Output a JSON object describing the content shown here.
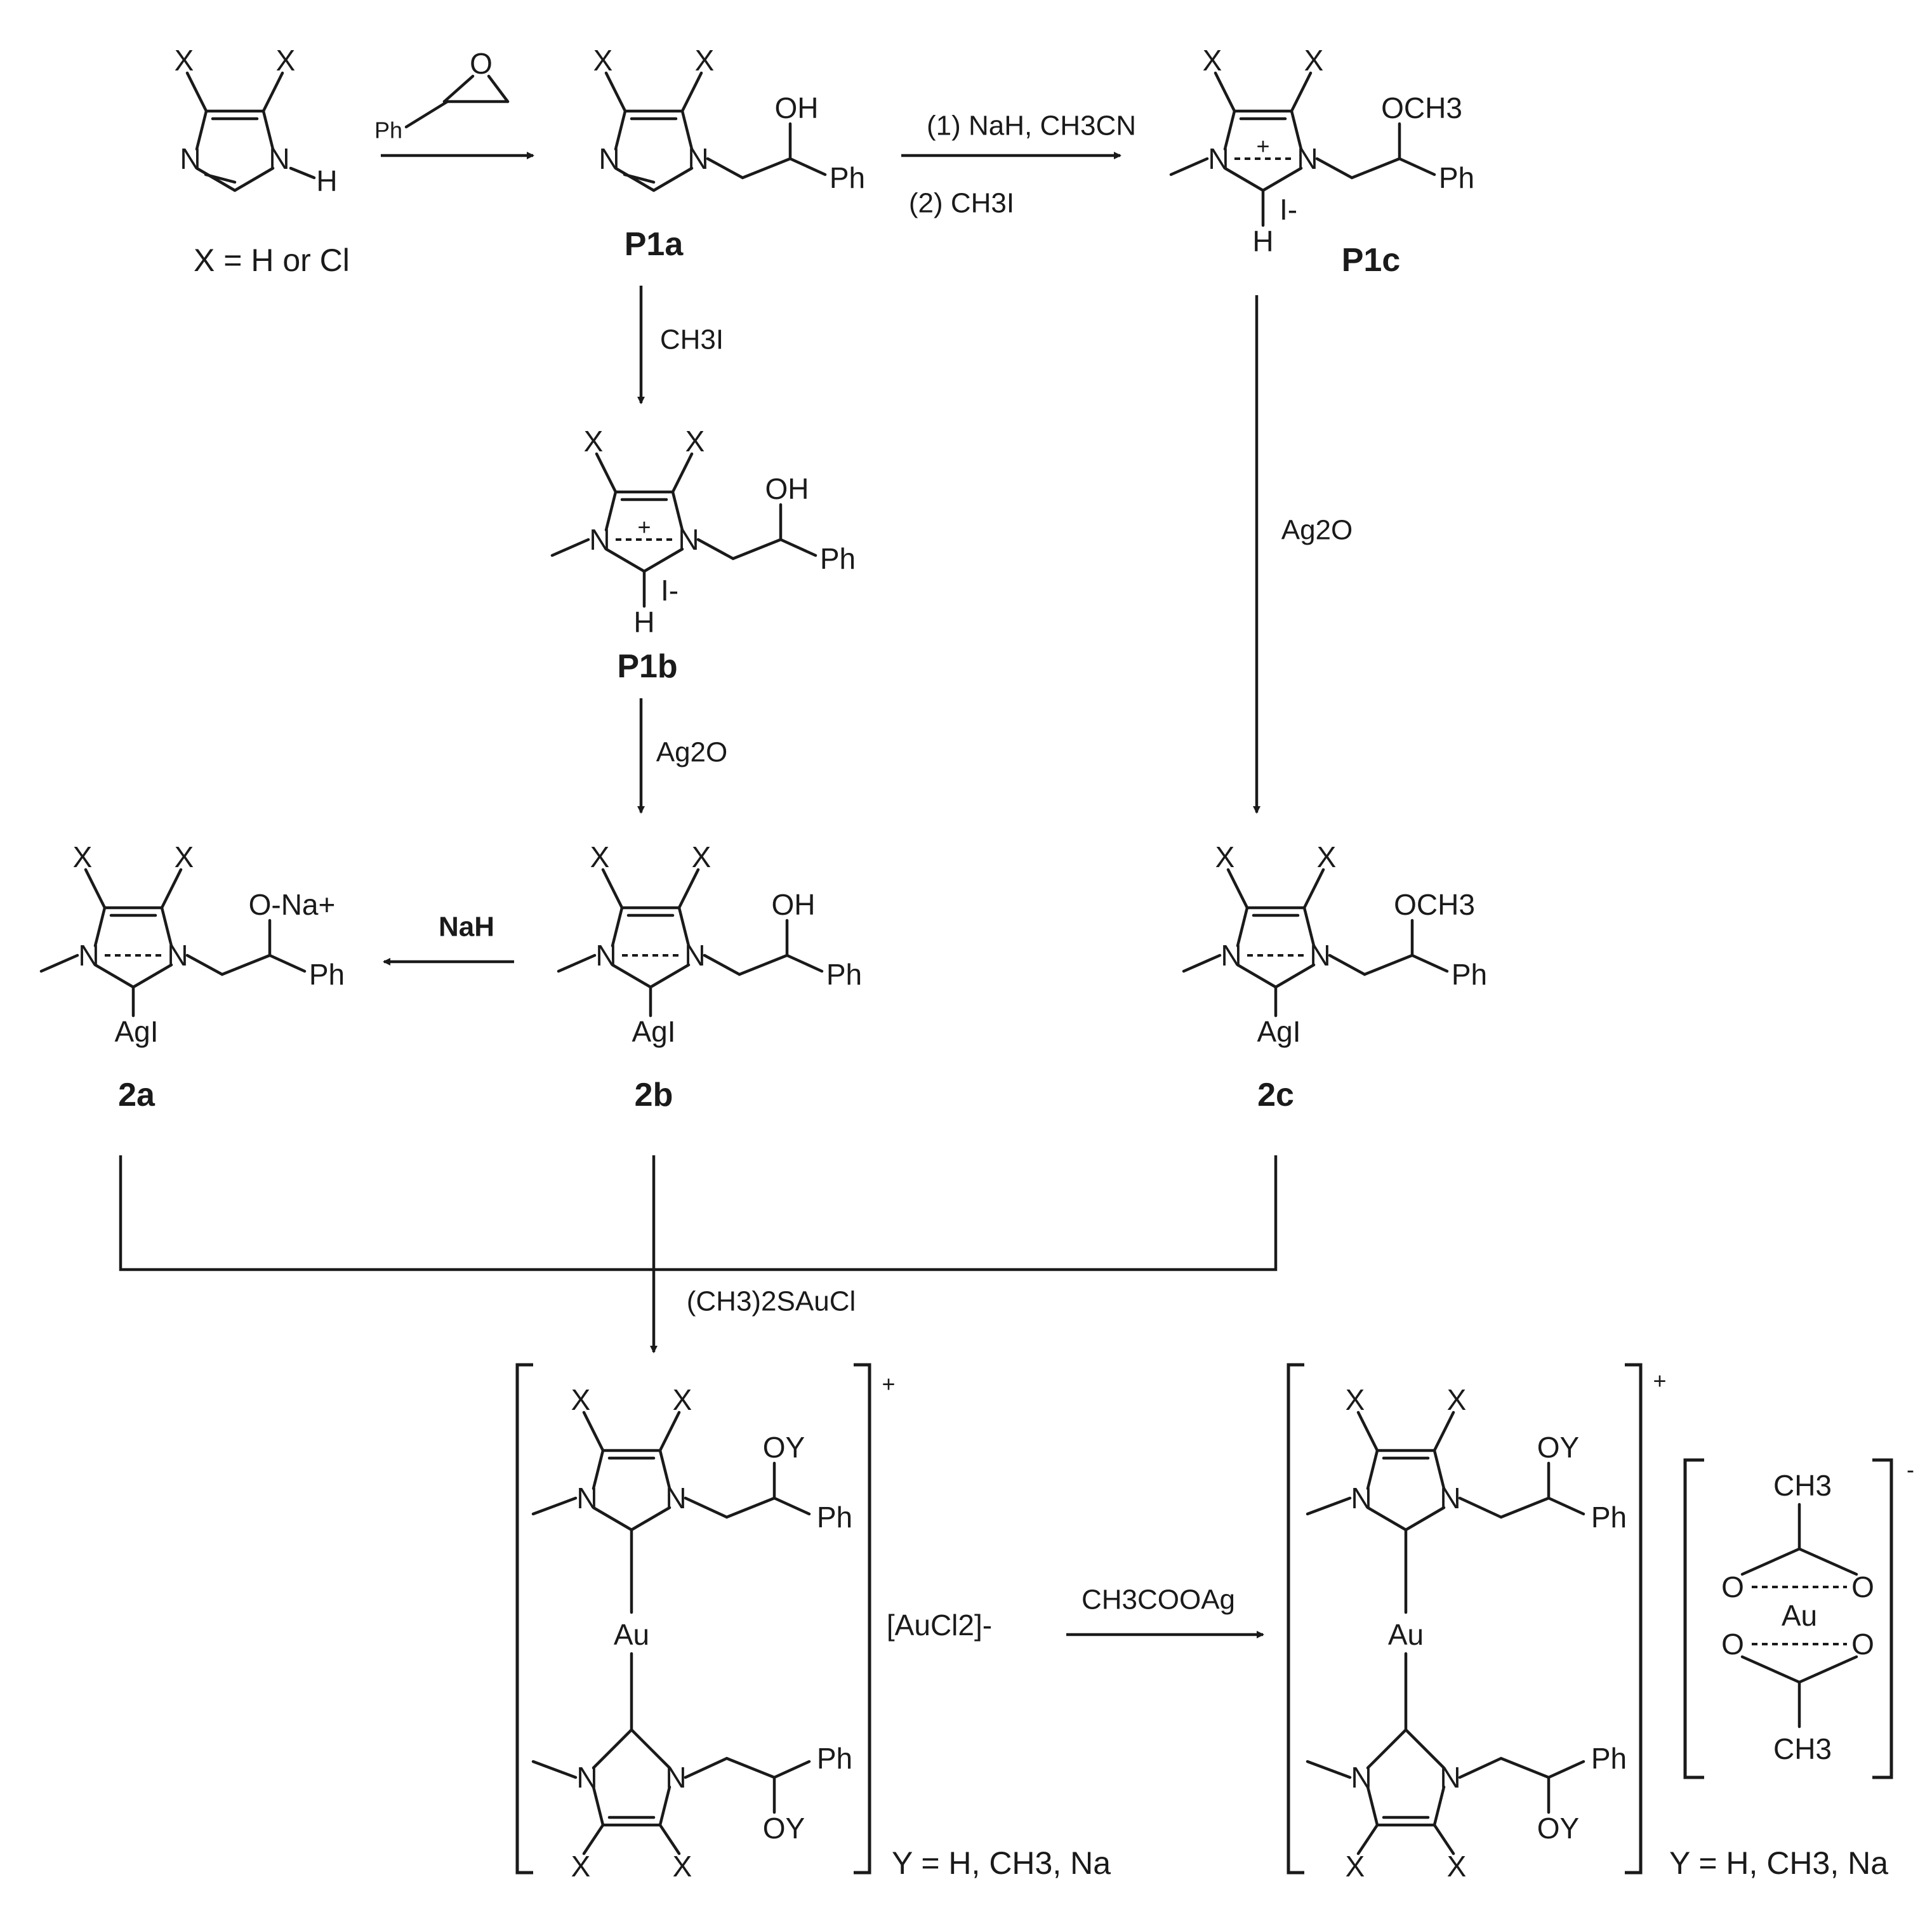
{
  "compounds": {
    "start": {
      "caption": "X = H or Cl",
      "epoxide_sub": "Ph"
    },
    "P1a": {
      "label": "P1a"
    },
    "P1b": {
      "label": "P1b"
    },
    "P1c": {
      "label": "P1c"
    },
    "c2a": {
      "label": "2a"
    },
    "c2b": {
      "label": "2b"
    },
    "c2c": {
      "label": "2c"
    }
  },
  "reagents": {
    "epoxide_step": "Ph",
    "to_P1c_line1": "(1) NaH, CH3CN",
    "to_P1c_line2": "(2) CH3I",
    "to_P1b": "CH3I",
    "to_2b": "Ag2O",
    "to_2c": "Ag2O",
    "to_2a": "NaH",
    "gold_step": "(CH3)2SAuCl",
    "acetate_step": "CH3COOAg"
  },
  "products": {
    "counter_ion_1": "[AuCl2]-",
    "y_note_1": "Y = H, CH3, Na",
    "y_note_2": "Y = H, CH3, Na",
    "charge_plus": "+",
    "charge_minus": "-"
  },
  "atoms": {
    "X": "X",
    "N": "N",
    "H": "H",
    "OH": "OH",
    "OCH3": "OCH3",
    "Ph": "Ph",
    "AgI": "AgI",
    "Au": "Au",
    "OY": "OY",
    "ONa": "O-Na+",
    "I": "I-",
    "O": "O",
    "CH3": "CH3"
  }
}
